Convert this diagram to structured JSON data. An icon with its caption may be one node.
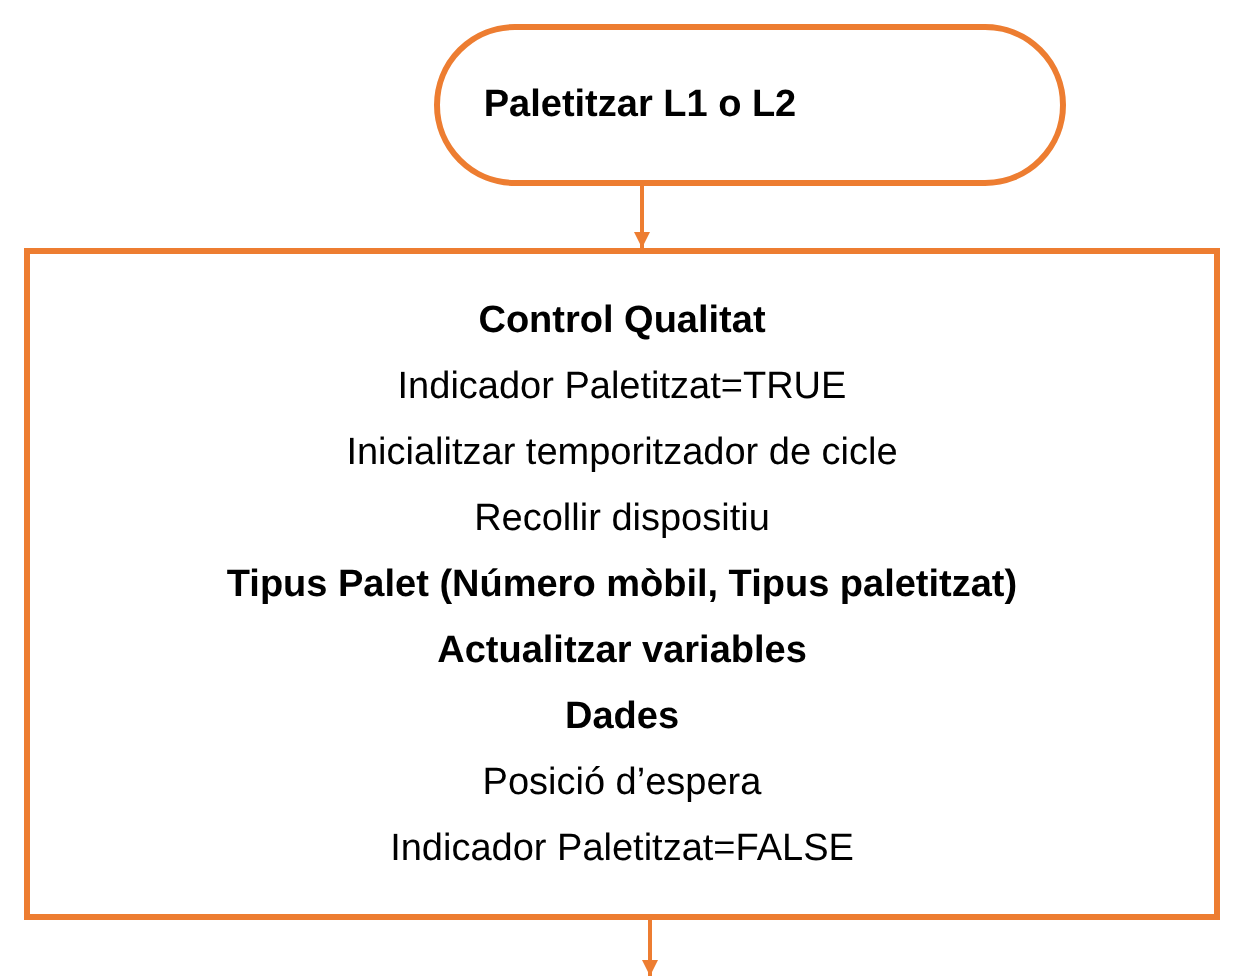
{
  "diagram": {
    "nodes": [
      {
        "text": [
          "Paletitzar L1 o L2"
        ]
      },
      {
        "text": [
          "**Control Qualitat**",
          "Indicador Paletitzat=TRUE",
          "Inicialitzar temporitzador de cicle",
          "Recollir dispositiu",
          "**Tipus Palet (Número mòbil, Tipus paletitzat)**",
          "**Actualitzar variables**",
          "**Dades**",
          "Posició d’espera",
          "Indicador Paletitzat=FALSE"
        ]
      }
    ],
    "edges": [
      {
        "from": 0,
        "to": 1,
        "arrow": "to"
      },
      {
        "from": 1,
        "to": null,
        "arrow": "to"
      }
    ]
  }
}
